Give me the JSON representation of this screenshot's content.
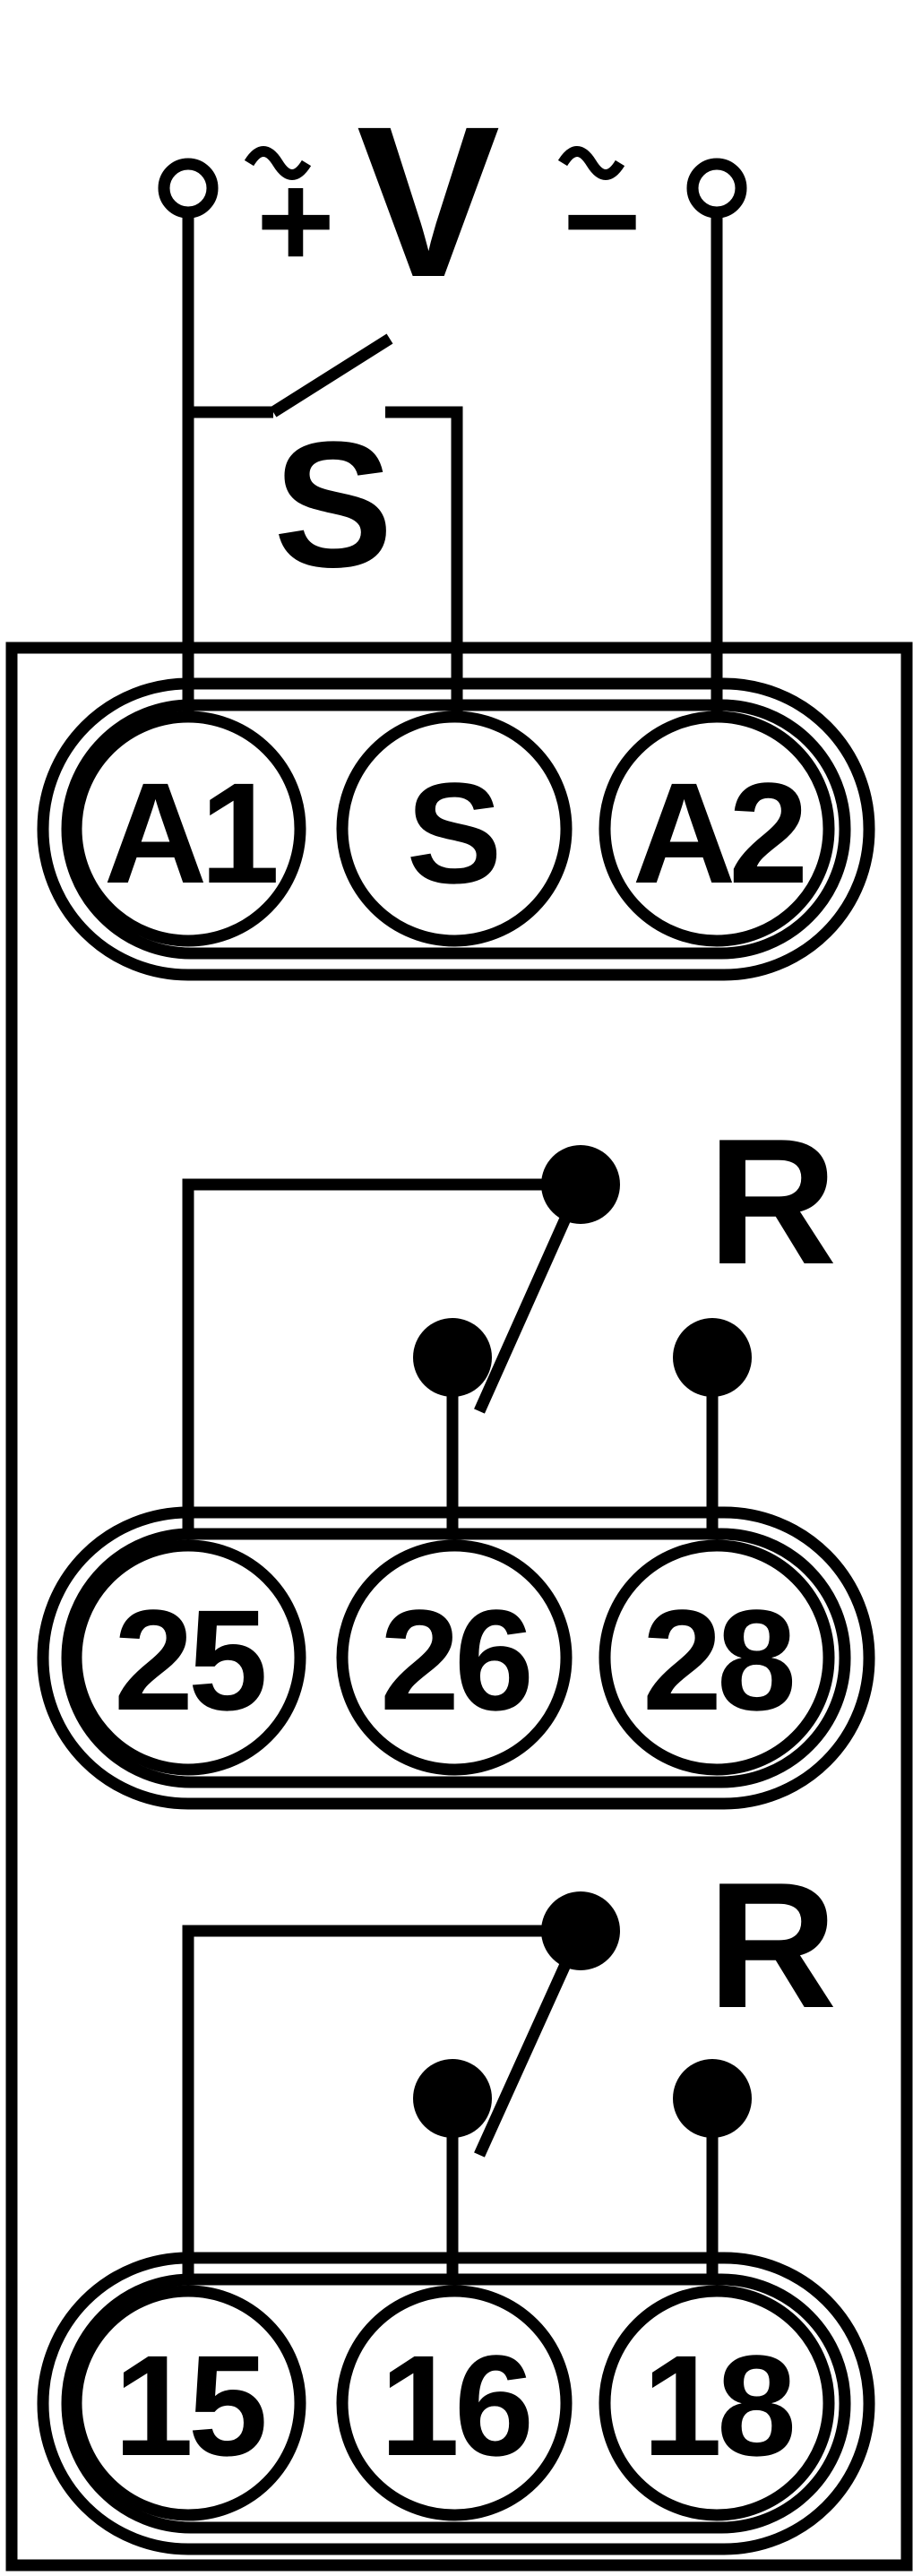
{
  "supply": {
    "voltage_label": "V",
    "positive_sign": "+",
    "negative_sign": "−",
    "ac_symbol": "~"
  },
  "switch": {
    "label": "S"
  },
  "terminals": {
    "top_row": [
      "A1",
      "S",
      "A2"
    ],
    "middle_row": [
      "25",
      "26",
      "28"
    ],
    "bottom_row": [
      "15",
      "16",
      "18"
    ]
  },
  "relays": [
    {
      "label": "R"
    },
    {
      "label": "R"
    }
  ],
  "colors": {
    "stroke": "#000000",
    "background": "#ffffff"
  }
}
